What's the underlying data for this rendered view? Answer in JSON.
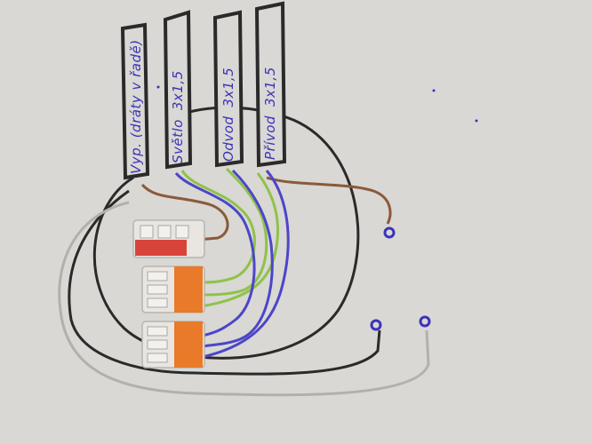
{
  "cables": [
    {
      "name": "Vyp. (dráty v řadě)",
      "spec": ""
    },
    {
      "name": "Světlo",
      "spec": "3x1,5"
    },
    {
      "name": "Odvod",
      "spec": "3x1,5"
    },
    {
      "name": "Přívod",
      "spec": "3x1,5"
    }
  ],
  "colors": {
    "paper": "#d9d8d4",
    "ink_black": "#2a2a2a",
    "ink_blue": "#3b33b8",
    "wire_brown": "#8a5a3a",
    "wire_green": "#8fc24a",
    "wire_blue": "#4c46c8",
    "wire_gray": "#b3b0ab",
    "wago_orange": "#e87a2a",
    "wago_red": "#d9443a"
  }
}
